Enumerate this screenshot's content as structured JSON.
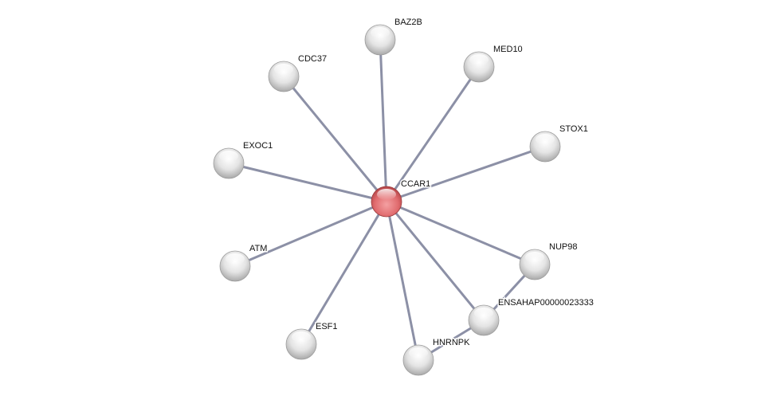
{
  "network": {
    "center": "CCAR1",
    "colors": {
      "center_node": "#e06b6e",
      "node": "#e2e2e2",
      "edge": "#8c90a6"
    },
    "nodes": [
      "CCAR1",
      "BAZ2B",
      "MED10",
      "CDC37",
      "STOX1",
      "EXOC1",
      "ATM",
      "NUP98",
      "ENSAHAP00000023333",
      "ESF1",
      "HNRNPK"
    ],
    "edges": [
      [
        "CCAR1",
        "BAZ2B"
      ],
      [
        "CCAR1",
        "MED10"
      ],
      [
        "CCAR1",
        "CDC37"
      ],
      [
        "CCAR1",
        "STOX1"
      ],
      [
        "CCAR1",
        "EXOC1"
      ],
      [
        "CCAR1",
        "ATM"
      ],
      [
        "CCAR1",
        "NUP98"
      ],
      [
        "CCAR1",
        "ENSAHAP00000023333"
      ],
      [
        "CCAR1",
        "ESF1"
      ],
      [
        "CCAR1",
        "HNRNPK"
      ],
      [
        "NUP98",
        "ENSAHAP00000023333"
      ],
      [
        "ENSAHAP00000023333",
        "HNRNPK"
      ]
    ]
  }
}
